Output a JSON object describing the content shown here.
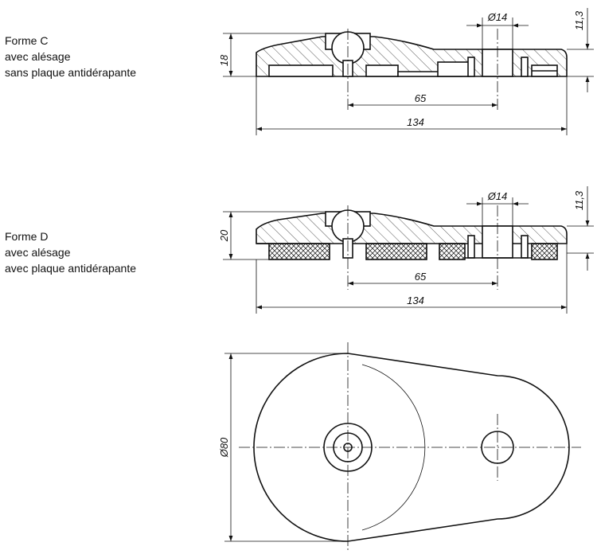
{
  "views": {
    "form_c": {
      "caption": [
        "Forme C",
        "avec alésage",
        "sans plaque antidérapante"
      ],
      "dims": {
        "height": "18",
        "bore": "Ø14",
        "offset": "11,3",
        "center_distance": "65",
        "length": "134"
      }
    },
    "form_d": {
      "caption": [
        "Forme D",
        "avec alésage",
        "avec plaque antidérapante"
      ],
      "dims": {
        "height": "20",
        "bore": "Ø14",
        "offset": "11,3",
        "center_distance": "65",
        "length": "134"
      }
    },
    "top_view": {
      "dims": {
        "diameter": "Ø80"
      }
    }
  }
}
